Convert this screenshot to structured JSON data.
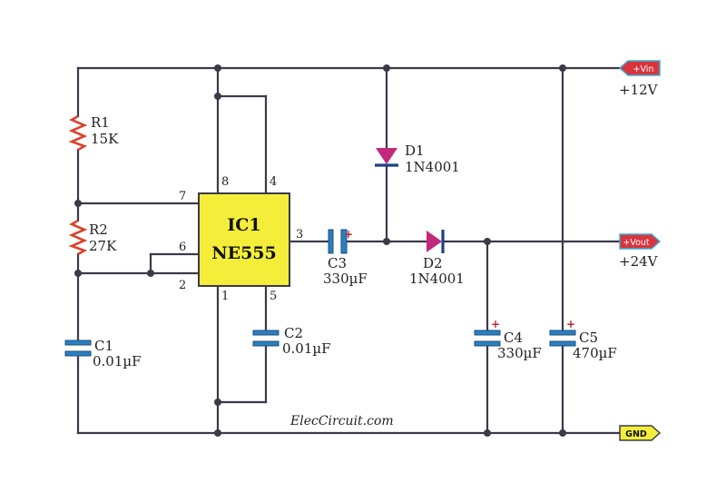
{
  "components": {
    "r1": {
      "name": "R1",
      "value": "15K"
    },
    "r2": {
      "name": "R2",
      "value": "27K"
    },
    "c1": {
      "name": "C1",
      "value": "0.01µF"
    },
    "c2": {
      "name": "C2",
      "value": "0.01µF"
    },
    "c3": {
      "name": "C3",
      "value": "330µF"
    },
    "c4": {
      "name": "C4",
      "value": "330µF"
    },
    "c5": {
      "name": "C5",
      "value": "470µF"
    },
    "d1": {
      "name": "D1",
      "value": "1N4001"
    },
    "d2": {
      "name": "D2",
      "value": "1N4001"
    },
    "ic1": {
      "name": "IC1",
      "value": "NE555"
    }
  },
  "pins": {
    "p8": "8",
    "p4": "4",
    "p7": "7",
    "p6": "6",
    "p2": "2",
    "p1": "1",
    "p5": "5",
    "p3": "3"
  },
  "polarity": "+",
  "terminals": {
    "vin": {
      "label": "+Vin",
      "voltage": "+12V"
    },
    "vout": {
      "label": "+Vout",
      "voltage": "+24V"
    },
    "gnd": {
      "label": "GND"
    }
  },
  "watermark": "ElecCircuit.com",
  "colors": {
    "wire": "#3a3a4a",
    "resistor": "#d9442b",
    "capacitor": "#2a7fc1",
    "diode": "#c2297c",
    "ic_fill": "#f4ee3a",
    "terminal": "#d8343d",
    "gnd_terminal": "#f4ee3a"
  }
}
